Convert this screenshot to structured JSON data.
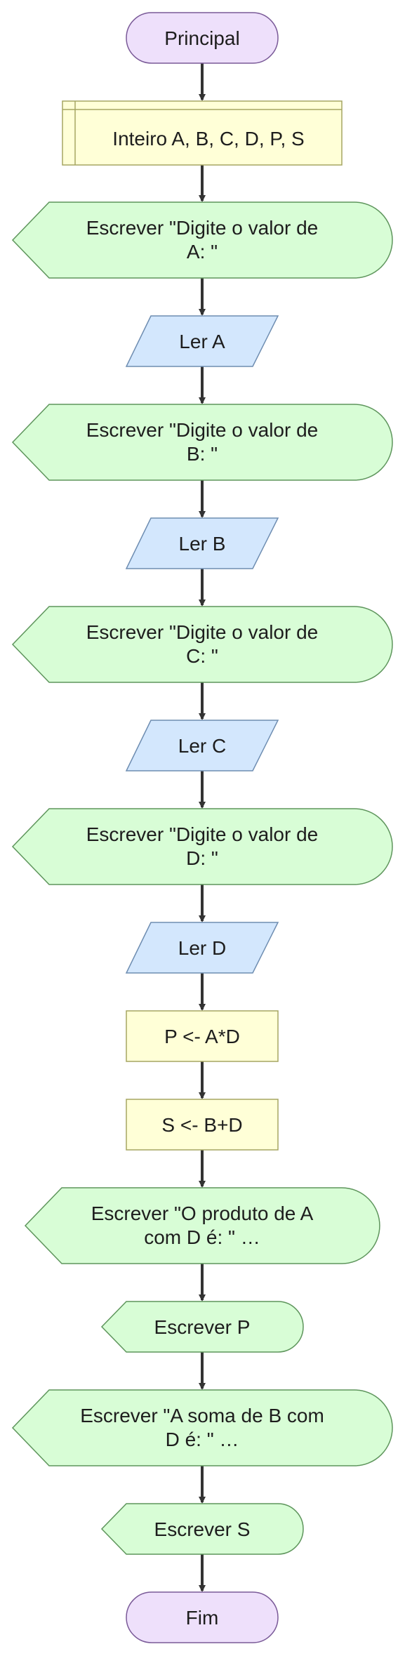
{
  "colors": {
    "terminal_fill": "#eee0fb",
    "terminal_stroke": "#7a5a98",
    "declare_fill": "#ffffd7",
    "declare_stroke": "#a5a562",
    "output_fill": "#d8fdd6",
    "output_stroke": "#5e955c",
    "input_fill": "#d3e7fd",
    "input_stroke": "#6e8db1",
    "process_fill": "#ffffd7",
    "process_stroke": "#a5a562",
    "arrow": "#333333",
    "text": "#1d1d1d"
  },
  "flowchart": {
    "start": {
      "label": "Principal"
    },
    "declare": {
      "label": "Inteiro A, B, C, D, P, S"
    },
    "write_a": {
      "line1": "Escrever \"Digite o valor de",
      "line2": "A: \""
    },
    "read_a": {
      "label": "Ler A"
    },
    "write_b": {
      "line1": "Escrever \"Digite o valor de",
      "line2": "B: \""
    },
    "read_b": {
      "label": "Ler B"
    },
    "write_c": {
      "line1": "Escrever \"Digite o valor de",
      "line2": "C: \""
    },
    "read_c": {
      "label": "Ler C"
    },
    "write_d": {
      "line1": "Escrever \"Digite o valor de",
      "line2": "D: \""
    },
    "read_d": {
      "label": "Ler D"
    },
    "assign_p": {
      "label": "P <- A*D"
    },
    "assign_s": {
      "label": "S <- B+D"
    },
    "write_prod": {
      "line1": "Escrever \"O produto de A",
      "line2": "com D é: \" …"
    },
    "write_p": {
      "label": "Escrever P"
    },
    "write_sum": {
      "line1": "Escrever \"A soma de B com",
      "line2": "D é: \" …"
    },
    "write_s": {
      "label": "Escrever S"
    },
    "end": {
      "label": "Fim"
    }
  }
}
